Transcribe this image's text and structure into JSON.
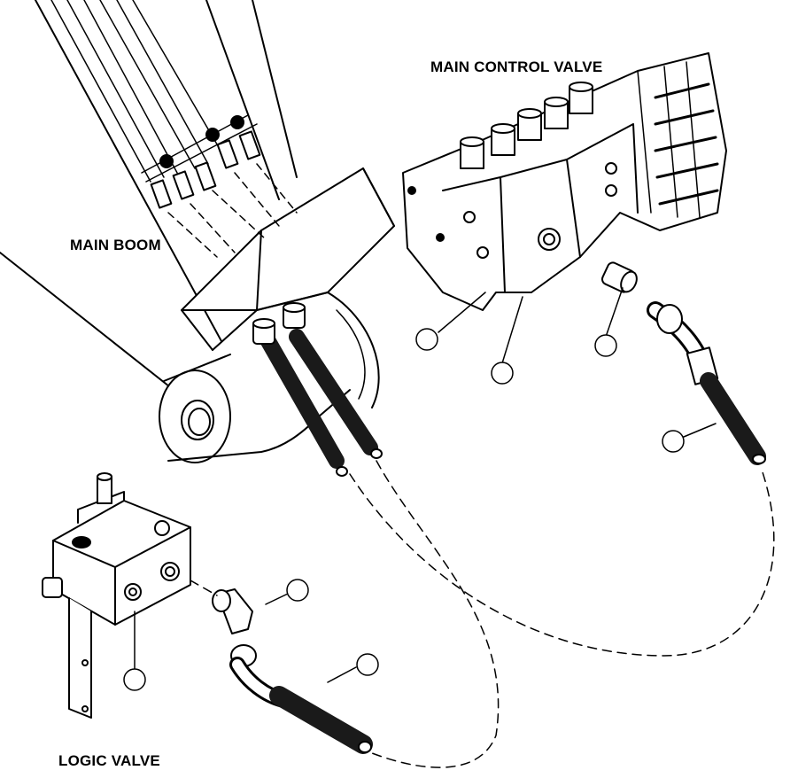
{
  "labels": {
    "main_control_valve": "MAIN CONTROL VALVE",
    "main_boom": "MAIN BOOM",
    "logic_valve": "LOGIC VALVE"
  },
  "callouts": [
    "",
    "",
    "",
    "",
    "",
    ""
  ],
  "colors": {
    "ink": "#000000",
    "paper": "#ffffff",
    "hose": "#1a1a1a"
  }
}
